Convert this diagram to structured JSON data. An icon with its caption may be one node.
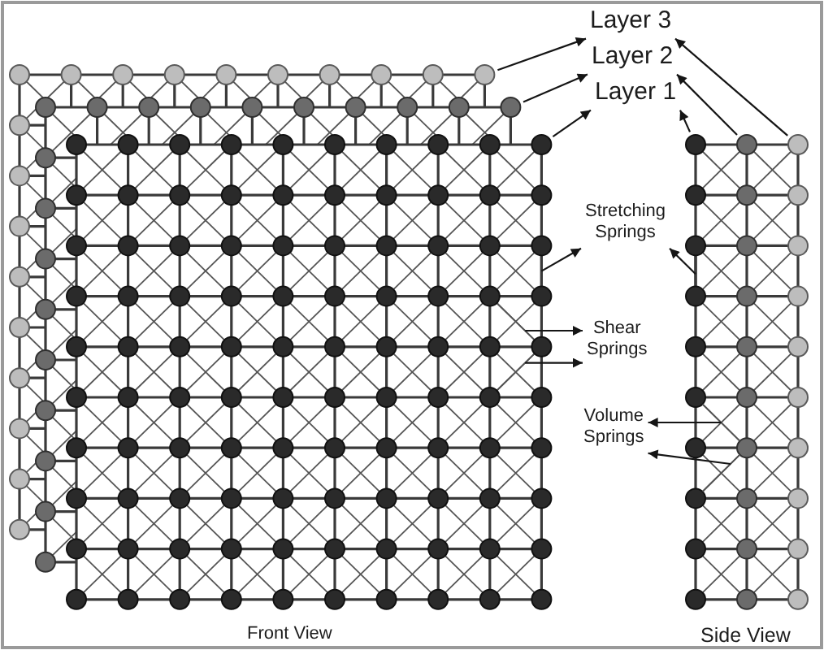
{
  "diagram": {
    "nodes": [
      {
        "text": [
          "Layer 3"
        ]
      },
      {
        "text": [
          "Layer 2"
        ]
      },
      {
        "text": [
          "Layer 1"
        ]
      },
      {
        "text": [
          "Stretching Springs"
        ]
      },
      {
        "text": [
          "Shear Springs"
        ]
      },
      {
        "text": [
          "Volume Springs"
        ]
      },
      {
        "text": [],
        "shape": "grid"
      },
      {
        "text": [],
        "shape": "grid"
      },
      {
        "text": [],
        "shape": "grid"
      },
      {
        "text": [],
        "shape": "grid"
      },
      {
        "text": [],
        "shape": "grid"
      },
      {
        "text": [],
        "shape": "grid"
      },
      {
        "text": [],
        "shape": "line",
        "in": 8
      },
      {
        "text": [],
        "shape": "line",
        "in": 9
      },
      {
        "text": [],
        "shape": "line",
        "in": 8
      },
      {
        "text": [],
        "shape": "line",
        "in": 8
      },
      {
        "text": [],
        "shape": "line"
      },
      {
        "text": [],
        "shape": "line"
      }
    ],
    "edges": [
      {
        "from": 6,
        "to": 0,
        "arrow": "to"
      },
      {
        "from": 11,
        "to": 0,
        "arrow": "to"
      },
      {
        "from": 7,
        "to": 1,
        "arrow": "to"
      },
      {
        "from": 10,
        "to": 1,
        "arrow": "to"
      },
      {
        "from": 8,
        "to": 2,
        "arrow": "to"
      },
      {
        "from": 9,
        "to": 2,
        "arrow": "to"
      },
      {
        "from": 12,
        "to": 3,
        "arrow": "to"
      },
      {
        "from": 13,
        "to": 3,
        "arrow": "to"
      },
      {
        "from": 14,
        "to": 4,
        "arrow": "to"
      },
      {
        "from": 15,
        "to": 4,
        "arrow": "to"
      },
      {
        "from": 16,
        "to": 5,
        "arrow": "to"
      },
      {
        "from": 17,
        "to": 5,
        "arrow": "to"
      }
    ],
    "labels": [
      "Front View",
      "Side View"
    ]
  }
}
